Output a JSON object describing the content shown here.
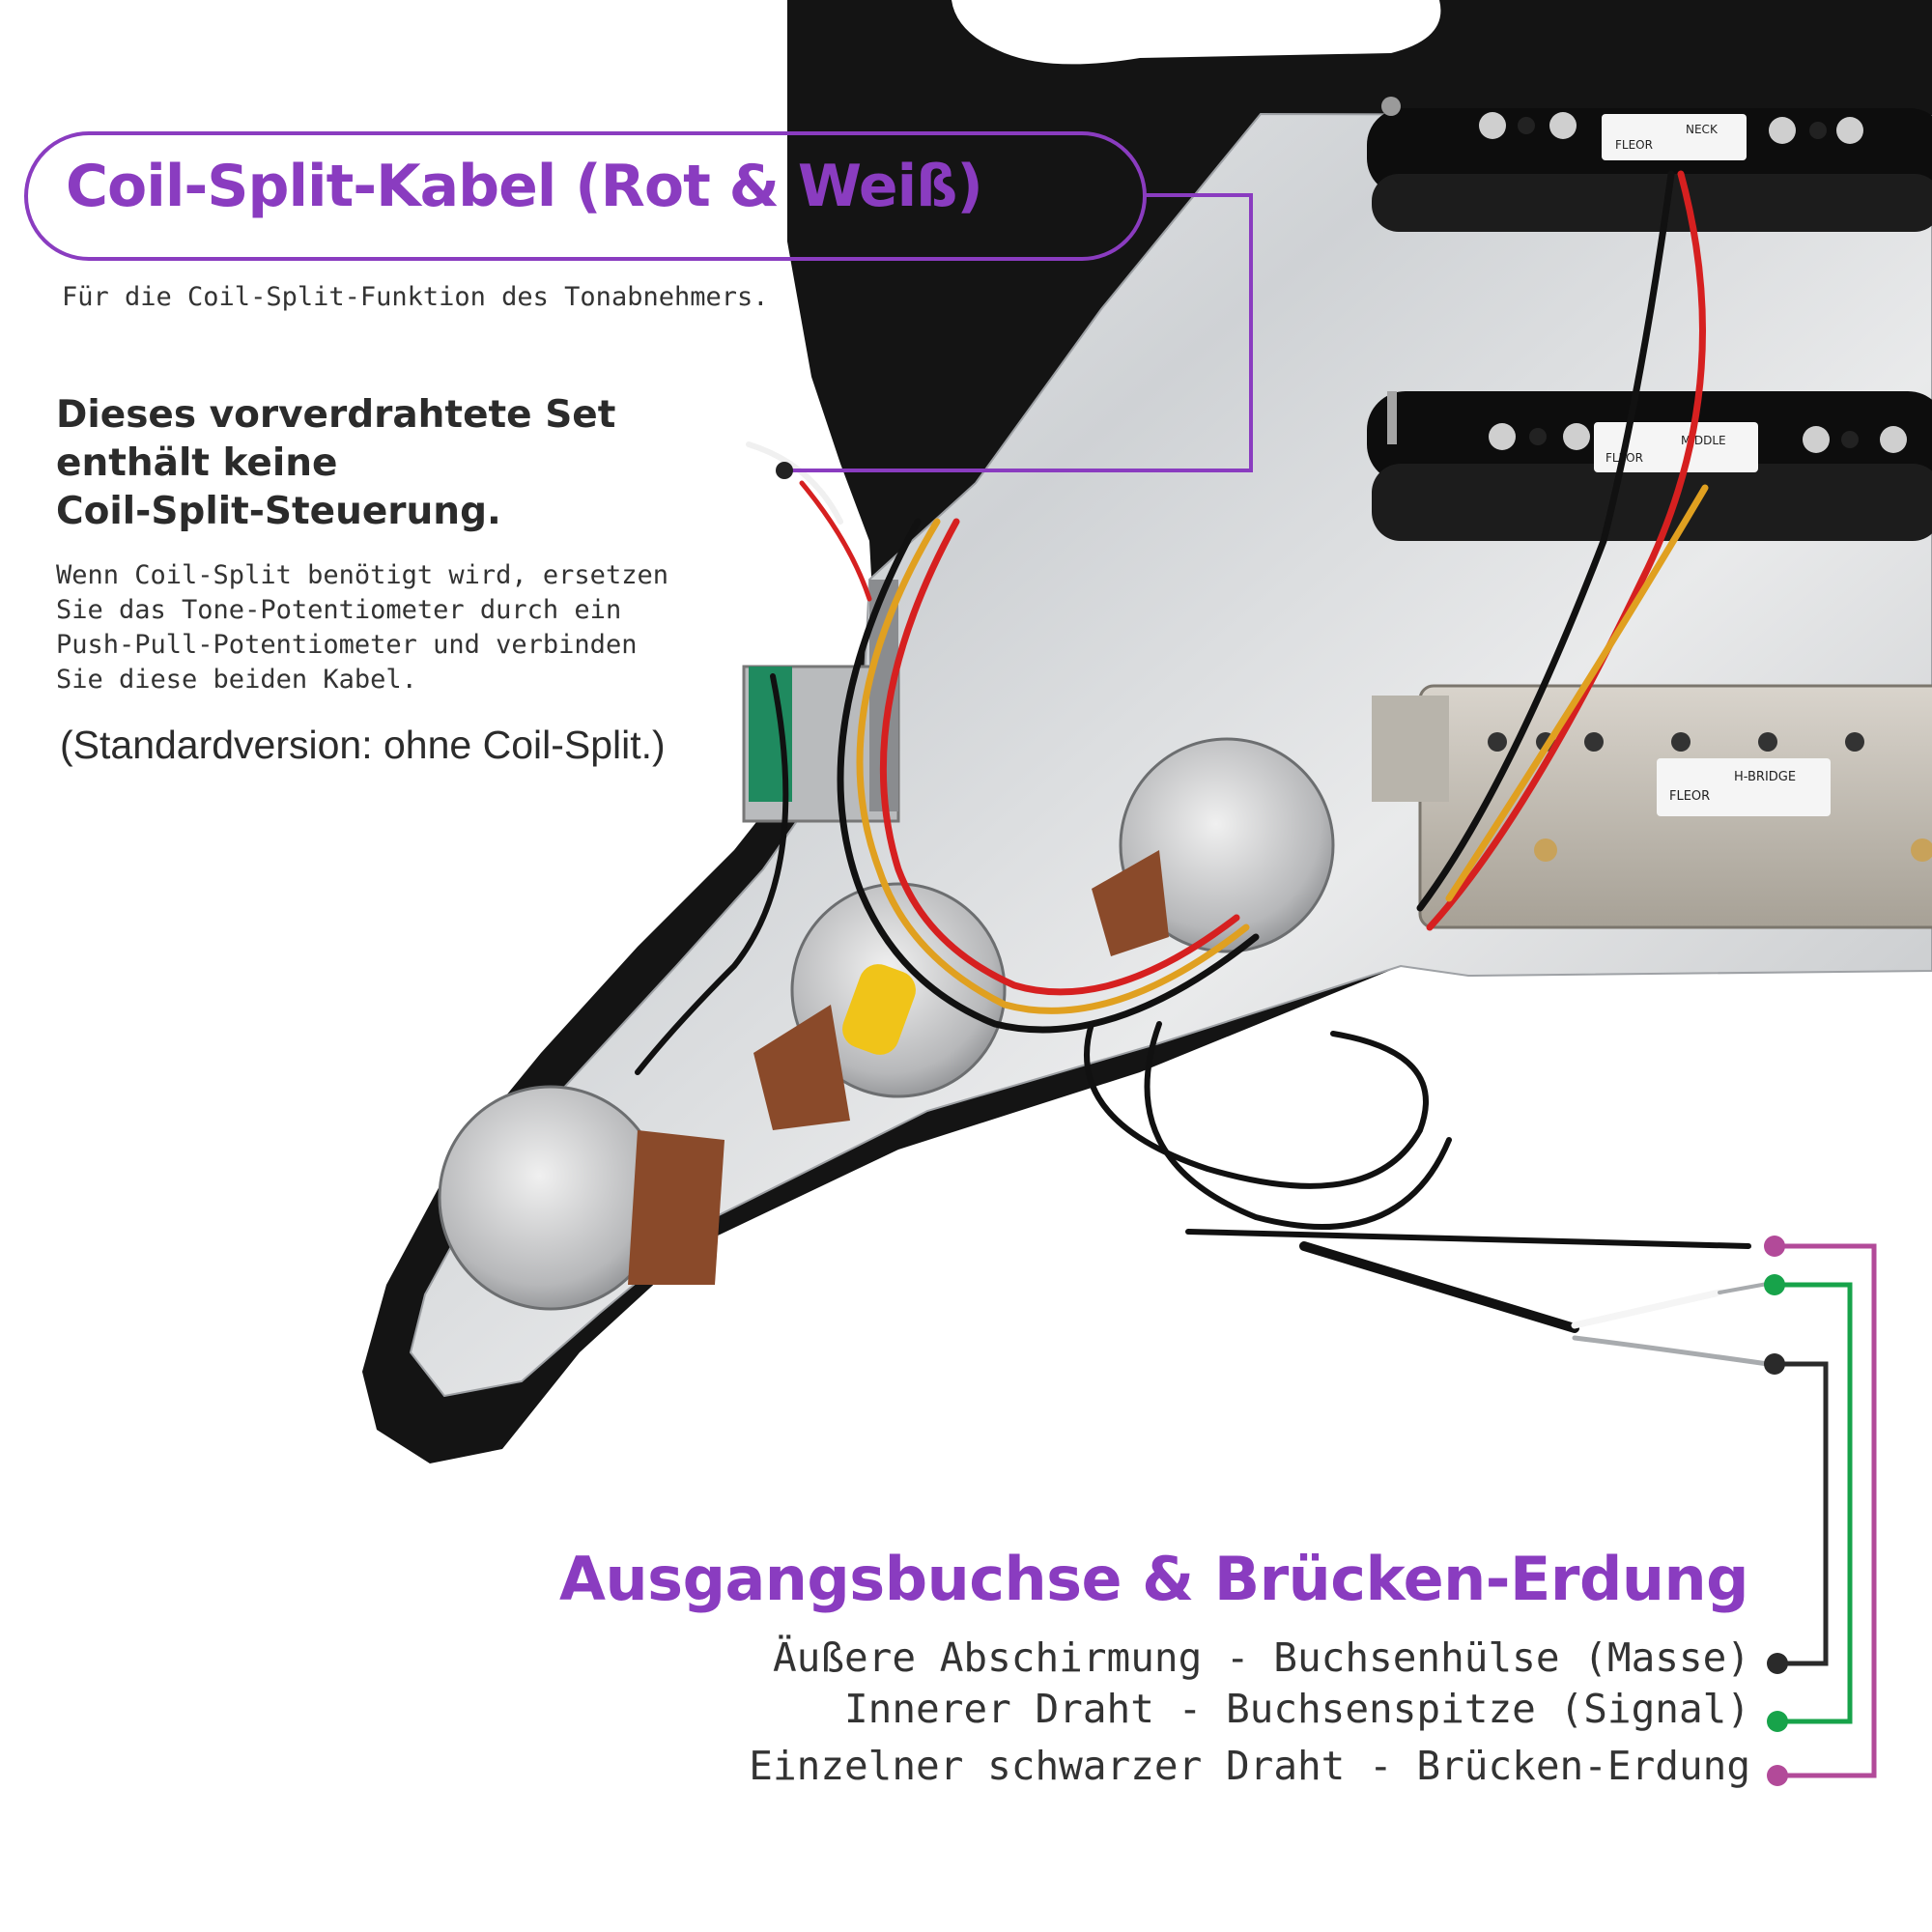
{
  "coil_split": {
    "title": "Coil-Split-Kabel (Rot & Weiß)",
    "subtitle": "Für die Coil-Split-Funktion des Tonabnehmers."
  },
  "note": {
    "bold_lines": [
      "Dieses vorverdrahtete Set",
      "enthält keine",
      "Coil-Split-Steuerung."
    ],
    "body_lines": [
      "Wenn Coil-Split benötigt wird, ersetzen",
      "Sie das Tone-Potentiometer durch ein",
      "Push-Pull-Potentiometer und verbinden",
      "Sie diese beiden Kabel."
    ],
    "standard": "(Standardversion: ohne Coil-Split.)"
  },
  "output": {
    "title": "Ausgangsbuchse & Brücken-Erdung",
    "items": [
      {
        "label": "Äußere Abschirmung - Buchsenhülse (Masse)",
        "color": "#2a2a2a"
      },
      {
        "label": "Innerer Draht - Buchsenspitze (Signal)",
        "color": "#17a34a"
      },
      {
        "label": "Einzelner schwarzer Draht - Brücken-Erdung",
        "color": "#b24a99"
      }
    ]
  },
  "pickups": {
    "neck": "NECK",
    "middle": "MIDDLE",
    "bridge": "H-BRIDGE",
    "brand": "FLEOR"
  },
  "colors": {
    "accent_purple": "#8a3cc0",
    "pickguard": "#141414",
    "shield": "#c9cbce"
  }
}
